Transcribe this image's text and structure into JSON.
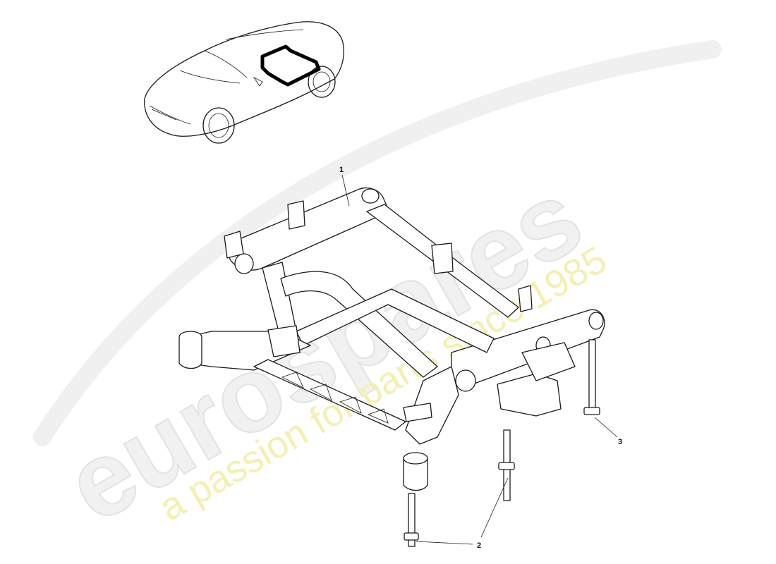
{
  "watermark": {
    "brand": "eurospares",
    "tagline": "a passion for parts since 1985"
  },
  "callouts": [
    {
      "id": "1",
      "label": "1"
    },
    {
      "id": "2",
      "label": "2"
    },
    {
      "id": "3",
      "label": "3"
    }
  ]
}
